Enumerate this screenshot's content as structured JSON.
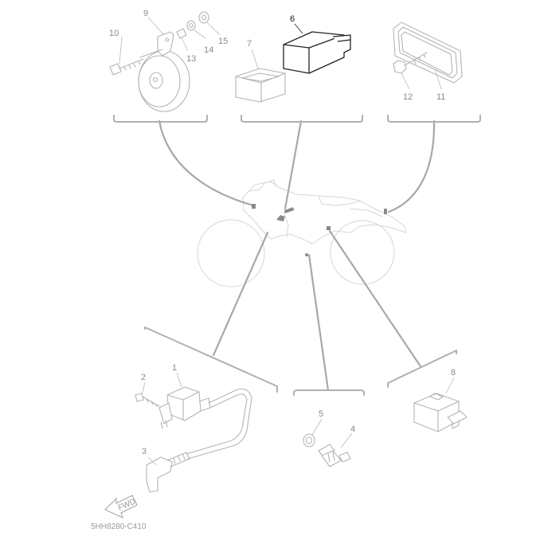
{
  "diagram": {
    "highlight_color": "#111111",
    "label_color": "#8a8a8a",
    "line_color": "#a8a8a8",
    "part_labels": {
      "p1": "1",
      "p2": "2",
      "p3": "3",
      "p4": "4",
      "p5": "5",
      "p6": "6",
      "p7": "7",
      "p8": "8",
      "p9": "9",
      "p10": "10",
      "p11": "11",
      "p12": "12",
      "p13": "13",
      "p14": "14",
      "p15": "15"
    },
    "highlighted_part": "6",
    "fwd_text": "FWD",
    "drawing_code": "5HH8280-C410"
  }
}
